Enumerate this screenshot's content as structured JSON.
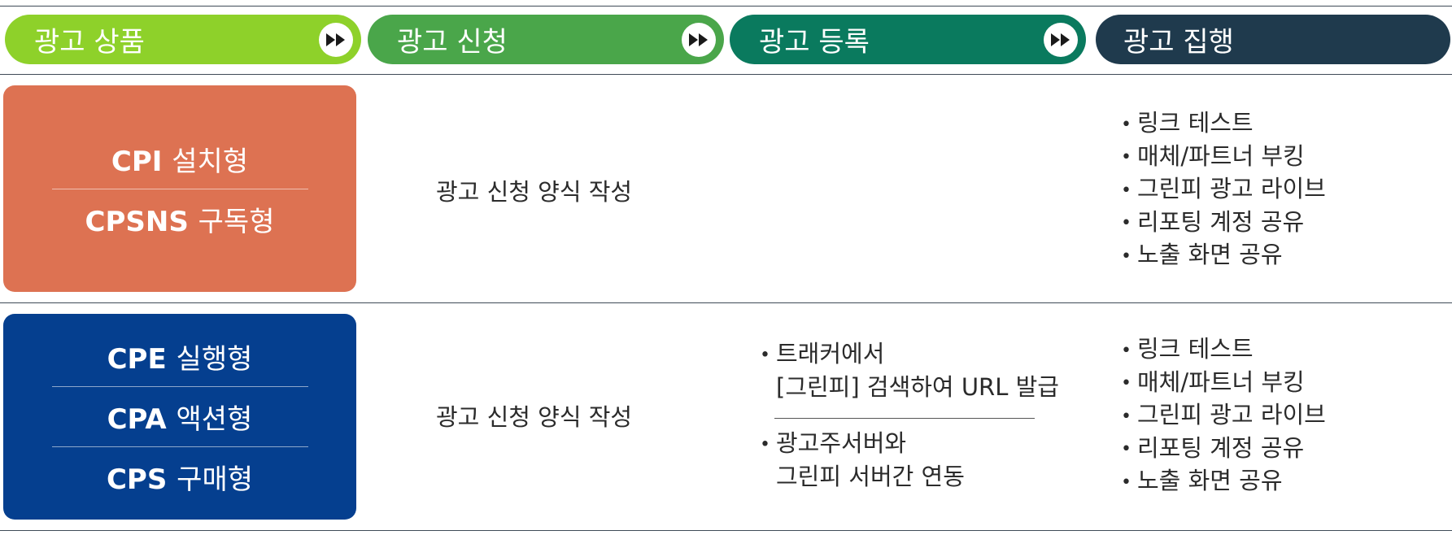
{
  "steps": [
    {
      "label": "광고 상품",
      "color": "#8ed12a",
      "arrow_icon": "fast-forward-icon",
      "has_arrow": true
    },
    {
      "label": "광고 신청",
      "color": "#4aa64a",
      "arrow_icon": "fast-forward-icon",
      "has_arrow": true
    },
    {
      "label": "광고 등록",
      "color": "#0a7a5e",
      "arrow_icon": "fast-forward-icon",
      "has_arrow": true
    },
    {
      "label": "광고 집행",
      "color": "#1f3a4d",
      "has_arrow": false
    }
  ],
  "rows": [
    {
      "card": {
        "color": "#dd7252",
        "items": [
          {
            "code": "CPI",
            "type": "설치형"
          },
          {
            "code": "CPSNS",
            "type": "구독형"
          }
        ]
      },
      "apply": "광고 신청 양식 작성",
      "register": [],
      "execute": [
        "링크 테스트",
        "매체/파트너 부킹",
        "그린피 광고 라이브",
        "리포팅 계정 공유",
        "노출 화면 공유"
      ]
    },
    {
      "card": {
        "color": "#053f8f",
        "items": [
          {
            "code": "CPE",
            "type": "실행형"
          },
          {
            "code": "CPA",
            "type": "액션형"
          },
          {
            "code": "CPS",
            "type": "구매형"
          }
        ]
      },
      "apply": "광고 신청 양식 작성",
      "register": [
        {
          "line1": "트래커에서",
          "line2": "[그린피] 검색하여 URL 발급"
        },
        {
          "line1": "광고주서버와",
          "line2": "그린피 서버간 연동"
        }
      ],
      "execute": [
        "링크 테스트",
        "매체/파트너 부킹",
        "그린피 광고 라이브",
        "리포팅 계정 공유",
        "노출 화면 공유"
      ]
    }
  ]
}
